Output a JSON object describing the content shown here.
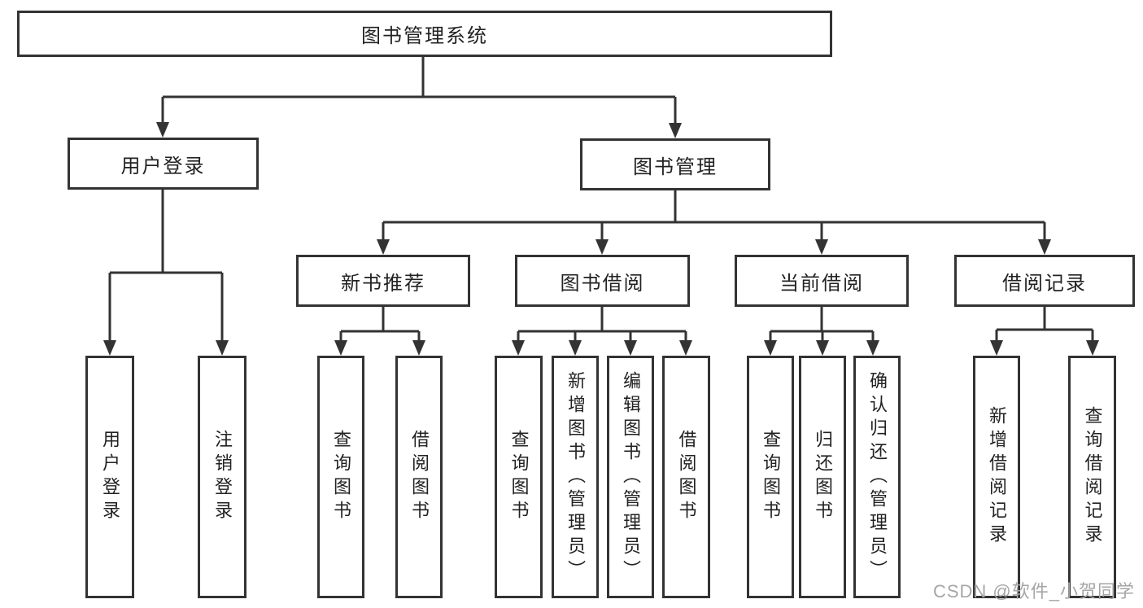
{
  "diagram": {
    "root": {
      "label": "图书管理系统"
    },
    "level2": [
      {
        "label": "用户登录"
      },
      {
        "label": "图书管理"
      }
    ],
    "level3": [
      {
        "label": "新书推荐"
      },
      {
        "label": "图书借阅"
      },
      {
        "label": "当前借阅"
      },
      {
        "label": "借阅记录"
      }
    ],
    "leaves": [
      {
        "label": "用户登录"
      },
      {
        "label": "注销登录"
      },
      {
        "label": "查询图书"
      },
      {
        "label": "借阅图书"
      },
      {
        "label": "查询图书"
      },
      {
        "label": "新增图书（管理员）"
      },
      {
        "label": "编辑图书（管理员）"
      },
      {
        "label": "借阅图书"
      },
      {
        "label": "查询图书"
      },
      {
        "label": "归还图书"
      },
      {
        "label": "确认归还（管理员）"
      },
      {
        "label": "新增借阅记录"
      },
      {
        "label": "查询借阅记录"
      }
    ],
    "watermark": "CSDN @软件_小贺同学",
    "colors": {
      "line": "#333333",
      "text": "#222222",
      "watermark": "#a6a6a6",
      "background": "#ffffff"
    }
  }
}
